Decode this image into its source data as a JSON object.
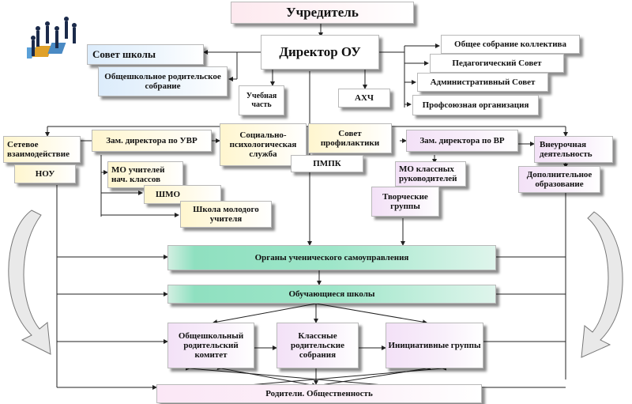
{
  "founder": "Учредитель",
  "director": "Директор ОУ",
  "school_council": "Совет школы",
  "parent_meeting": "Общешкольное родительское собрание",
  "study_unit": "Учебная часть",
  "ahch": "АХЧ",
  "right_column": {
    "general_meeting": "Общее собрание коллектива",
    "ped_council": "Педагогический Совет",
    "admin_council": "Административный Совет",
    "union": "Профсоюзная организация"
  },
  "deputy_uvr": "Зам. директора по УВР",
  "network": "Сетевое взаимодействие",
  "nou": "НОУ",
  "mo_primary": "МО учителей нач. классов",
  "shmo": "ШМО",
  "young_teacher": "Школа молодого учителя",
  "psych_service": "Социально-психологическая служба",
  "prevention_council": "Совет профилактики",
  "pmpk": "ПМПК",
  "deputy_vr": "Зам. директора по ВР",
  "mo_class": "МО классных руководителей",
  "creative_groups": "Творческие группы",
  "extracurricular": "Внеурочная деятельность",
  "additional_ed": "Дополнительное образование",
  "student_self_gov": "Органы ученического самоуправления",
  "students": "Обучающиеся школы",
  "school_parent_committee": "Общешкольный родительский комитет",
  "class_parent_meetings": "Классные родительские собрания",
  "initiative_groups": "Инициативные группы",
  "parents_public": "Родители. Общественность",
  "colors": {
    "green_band": "#9ee6c9",
    "pink": "#fde9ef",
    "blue": "#dcecfb",
    "yellow": "#fff6cf",
    "lilac": "#f3e1f7"
  }
}
